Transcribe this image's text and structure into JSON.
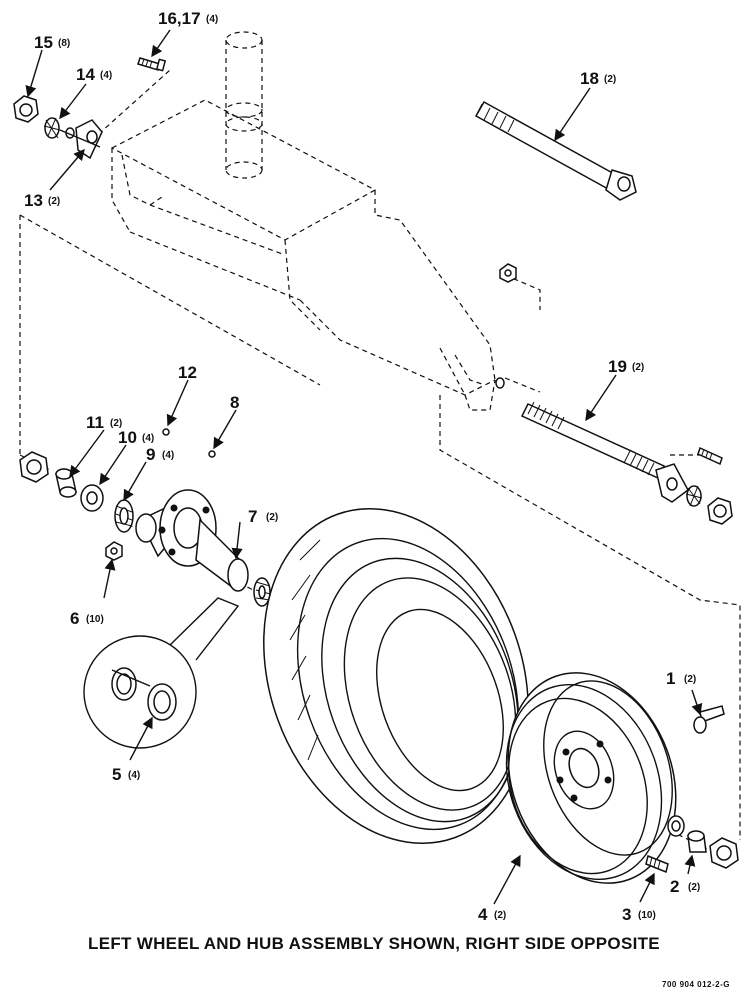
{
  "callouts": [
    {
      "num": "1",
      "qty": "(2)"
    },
    {
      "num": "2",
      "qty": "(2)"
    },
    {
      "num": "3",
      "qty": "(10)"
    },
    {
      "num": "4",
      "qty": "(2)"
    },
    {
      "num": "5",
      "qty": "(4)"
    },
    {
      "num": "6",
      "qty": "(10)"
    },
    {
      "num": "7",
      "qty": "(2)"
    },
    {
      "num": "8",
      "qty": ""
    },
    {
      "num": "9",
      "qty": "(4)"
    },
    {
      "num": "10",
      "qty": "(4)"
    },
    {
      "num": "11",
      "qty": "(2)"
    },
    {
      "num": "12",
      "qty": ""
    },
    {
      "num": "13",
      "qty": "(2)"
    },
    {
      "num": "14",
      "qty": "(4)"
    },
    {
      "num": "15",
      "qty": "(8)"
    },
    {
      "num": "16,17",
      "qty": "(4)"
    },
    {
      "num": "18",
      "qty": "(2)"
    },
    {
      "num": "19",
      "qty": "(2)"
    }
  ],
  "caption": "LEFT WHEEL AND HUB ASSEMBLY SHOWN, RIGHT SIDE OPPOSITE",
  "drawing_number": "700 904 012-2-G"
}
